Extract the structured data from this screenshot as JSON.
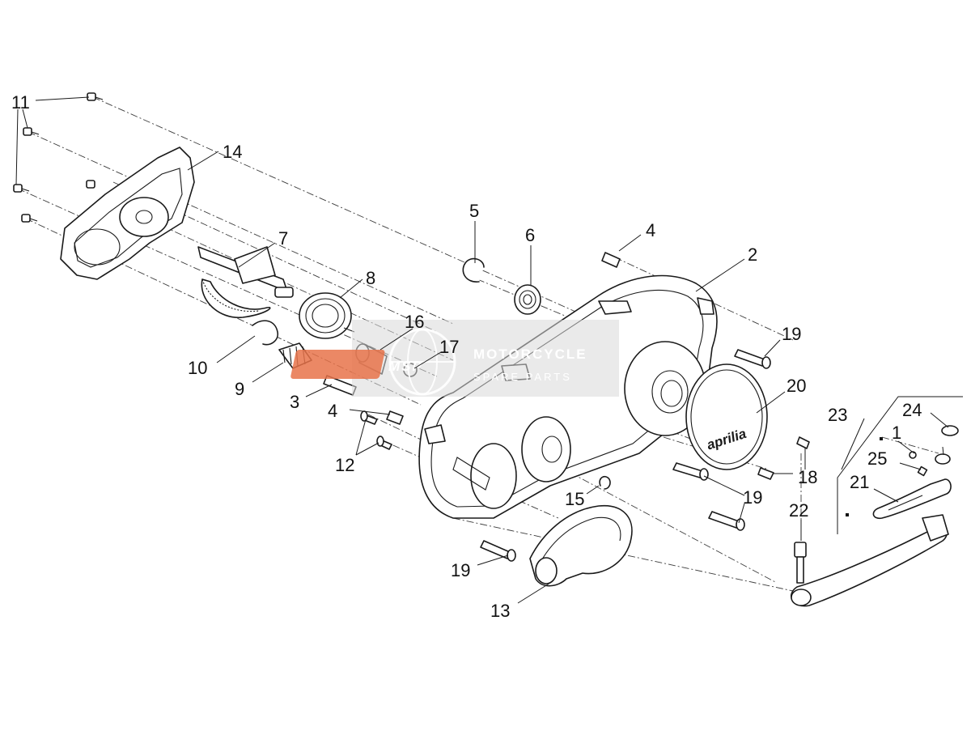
{
  "callouts": [
    "1",
    "2",
    "3",
    "4",
    "4",
    "5",
    "6",
    "7",
    "8",
    "9",
    "10",
    "11",
    "12",
    "13",
    "14",
    "15",
    "16",
    "17",
    "18",
    "19",
    "19",
    "19",
    "20",
    "21",
    "22",
    "23",
    "24",
    "25"
  ],
  "watermark": {
    "logo": "MSP",
    "line1": "MOTORCYCLE",
    "line2": "SPARE PARTS",
    "color": "#e8734a"
  },
  "cover_brand": "aprilia"
}
